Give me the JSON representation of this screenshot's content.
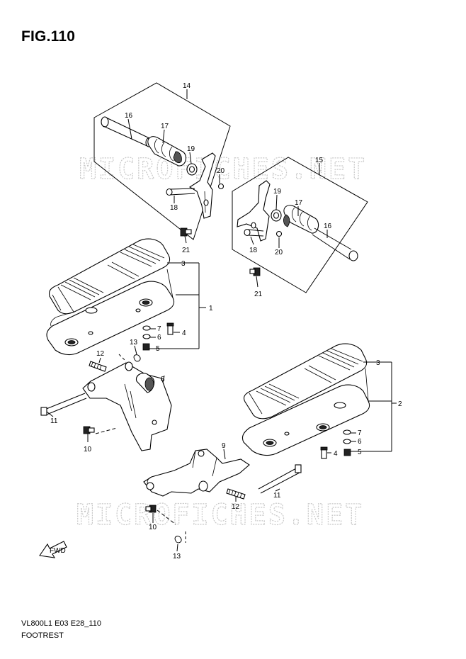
{
  "figure": {
    "title": "FIG.110"
  },
  "footer": {
    "code": "VL800L1 E03 E28_110",
    "section": "FOOTREST"
  },
  "watermark": {
    "text": "MICROFICHES.NET"
  },
  "callouts": [
    {
      "id": "c14",
      "label": "14"
    },
    {
      "id": "c16a",
      "label": "16"
    },
    {
      "id": "c17a",
      "label": "17"
    },
    {
      "id": "c19a",
      "label": "19"
    },
    {
      "id": "c20a",
      "label": "20"
    },
    {
      "id": "c18a",
      "label": "18"
    },
    {
      "id": "c21a",
      "label": "21"
    },
    {
      "id": "c15",
      "label": "15"
    },
    {
      "id": "c19b",
      "label": "19"
    },
    {
      "id": "c17b",
      "label": "17"
    },
    {
      "id": "c16b",
      "label": "16"
    },
    {
      "id": "c18b",
      "label": "18"
    },
    {
      "id": "c20b",
      "label": "20"
    },
    {
      "id": "c21b",
      "label": "21"
    },
    {
      "id": "c3a",
      "label": "3"
    },
    {
      "id": "c1",
      "label": "1"
    },
    {
      "id": "c7a",
      "label": "7"
    },
    {
      "id": "c6a",
      "label": "6"
    },
    {
      "id": "c4a",
      "label": "4"
    },
    {
      "id": "c5a",
      "label": "5"
    },
    {
      "id": "c13a",
      "label": "13"
    },
    {
      "id": "c12a",
      "label": "12"
    },
    {
      "id": "c8",
      "label": "8"
    },
    {
      "id": "c11a",
      "label": "11"
    },
    {
      "id": "c10a",
      "label": "10"
    },
    {
      "id": "c3b",
      "label": "3"
    },
    {
      "id": "c2",
      "label": "2"
    },
    {
      "id": "c7b",
      "label": "7"
    },
    {
      "id": "c6b",
      "label": "6"
    },
    {
      "id": "c4b",
      "label": "4"
    },
    {
      "id": "c5b",
      "label": "5"
    },
    {
      "id": "c9",
      "label": "9"
    },
    {
      "id": "c11b",
      "label": "11"
    },
    {
      "id": "c12b",
      "label": "12"
    },
    {
      "id": "c10b",
      "label": "10"
    },
    {
      "id": "c13b",
      "label": "13"
    }
  ],
  "direction_arrow": {
    "label": "FWD"
  }
}
